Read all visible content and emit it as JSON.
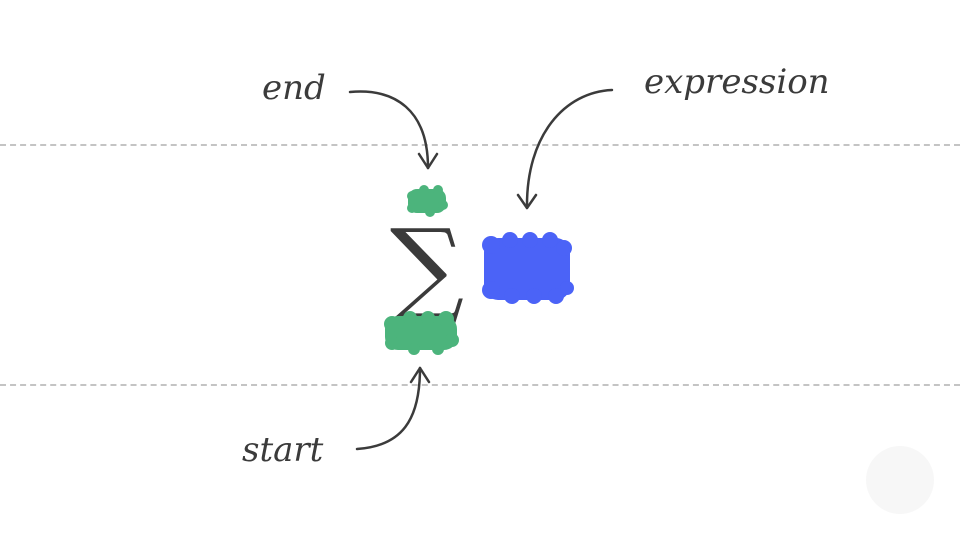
{
  "labels": {
    "end": "end",
    "expression": "expression",
    "start": "start"
  },
  "symbol": {
    "glyph": "∑",
    "name": "sigma-icon"
  },
  "colors": {
    "limit_placeholder": "#4cb47c",
    "expression_placeholder": "#4b63f7",
    "ink": "#3b3b3b",
    "guide_line": "#c4c4c4"
  }
}
